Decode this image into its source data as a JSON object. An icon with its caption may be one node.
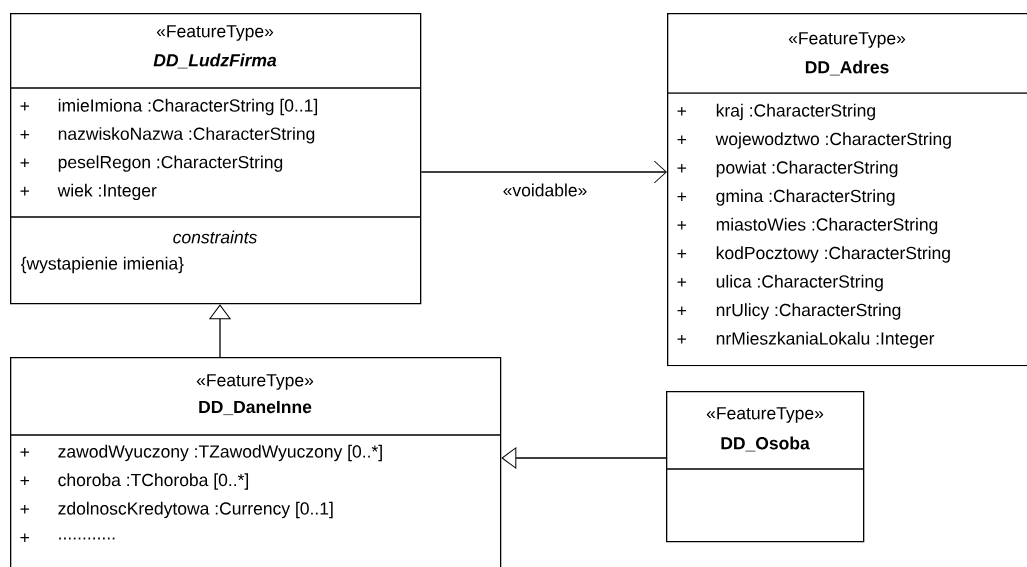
{
  "diagram": {
    "nodes": [
      {
        "text": [
          "«FeatureType»",
          "DD_LudzFirma",
          "+",
          "imieImiona :CharacterString [0..1]",
          "+",
          "nazwiskoNazwa :CharacterString",
          "+",
          "peselRegon :CharacterString",
          "+",
          "wiek :Integer",
          "constraints",
          "{wystapienie imienia}"
        ]
      },
      {
        "text": [
          "«FeatureType»",
          "DD_Adres",
          "+",
          "kraj :CharacterString",
          "+",
          "wojewodztwo :CharacterString",
          "+",
          "powiat :CharacterString",
          "+",
          "gmina :CharacterString",
          "+",
          "miastoWies :CharacterString",
          "+",
          "kodPocztowy :CharacterString",
          "+",
          "ulica :CharacterString",
          "+",
          "nrUlicy :CharacterString",
          "+",
          "nrMieszkaniaLokalu :Integer"
        ]
      },
      {
        "text": [
          "«FeatureType»",
          "DD_DaneInne",
          "+",
          "zawodWyuczony :TZawodWyuczony [0..*]",
          "+",
          "choroba :TChoroba [0..*]",
          "+",
          "zdolnoscKredytowa :Currency [0..1]",
          "+",
          "............"
        ]
      },
      {
        "text": [
          "«FeatureType»",
          "DD_Osoba"
        ]
      }
    ],
    "edges": [
      {
        "from": 0,
        "to": 1,
        "arrow": "to",
        "label": "«voidable»"
      },
      {
        "from": 2,
        "to": 0,
        "arrow": "to"
      },
      {
        "from": 3,
        "to": 2,
        "arrow": "to"
      }
    ]
  }
}
